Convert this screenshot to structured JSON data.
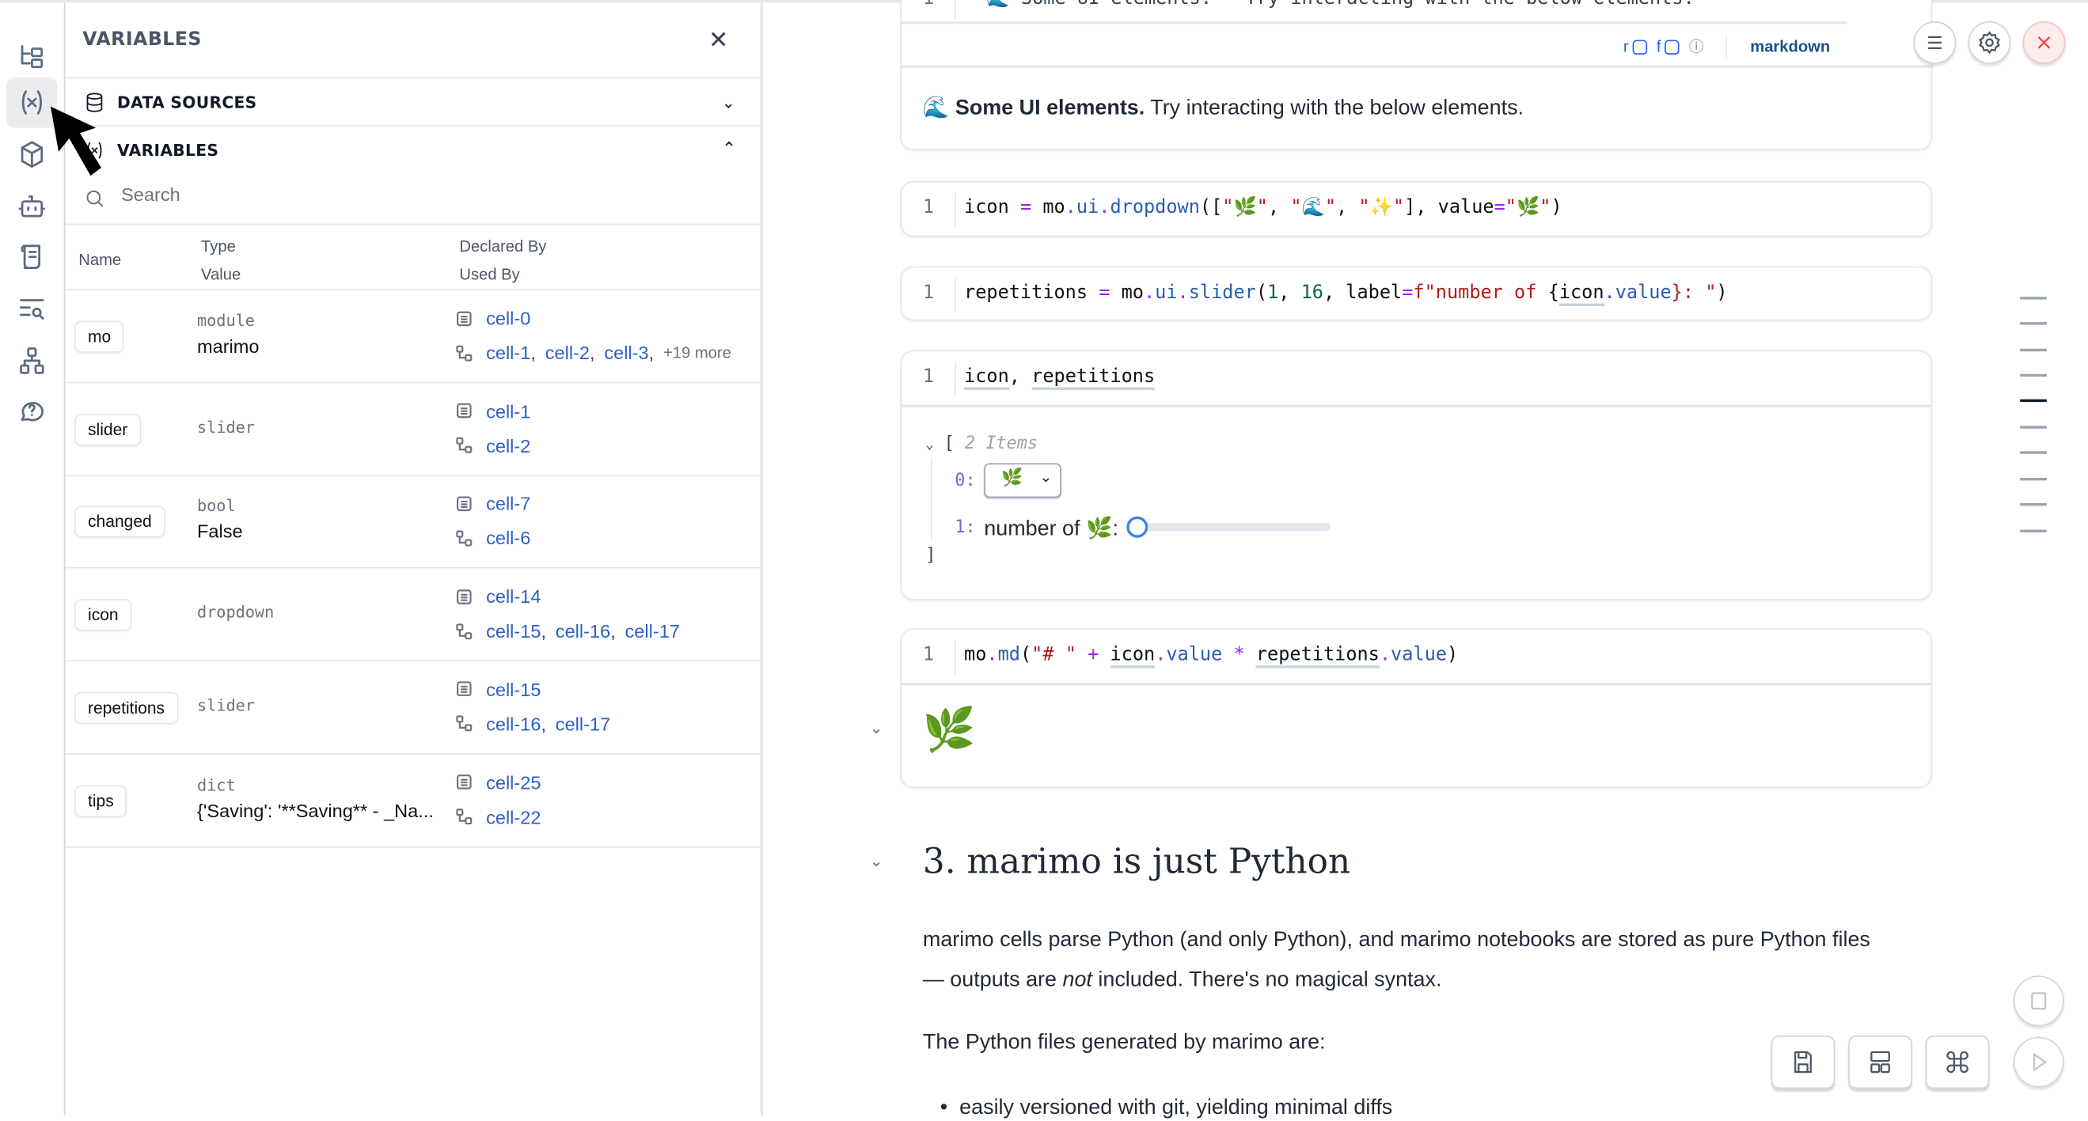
{
  "rail": {
    "items": [
      {
        "icon": "file-tree-icon"
      },
      {
        "icon": "variables-icon",
        "active": true
      },
      {
        "icon": "package-icon"
      },
      {
        "icon": "ai-bot-icon"
      },
      {
        "icon": "logs-scroll-icon"
      },
      {
        "icon": "search-outline-icon"
      },
      {
        "icon": "dependency-graph-icon"
      },
      {
        "icon": "help-chat-icon"
      }
    ]
  },
  "panel": {
    "title": "VARIABLES",
    "data_sources_label": "DATA SOURCES",
    "variables_label": "VARIABLES",
    "search_placeholder": "Search",
    "headers": {
      "name": "Name",
      "type": "Type",
      "value": "Value",
      "declared_by": "Declared By",
      "used_by": "Used By"
    },
    "rows": [
      {
        "name": "mo",
        "type": "module",
        "value": "marimo",
        "declared_by": [
          "cell-0"
        ],
        "used_by": [
          "cell-1",
          "cell-2",
          "cell-3"
        ],
        "more": "+19 more"
      },
      {
        "name": "slider",
        "type": "slider",
        "value": "",
        "declared_by": [
          "cell-1"
        ],
        "used_by": [
          "cell-2"
        ]
      },
      {
        "name": "changed",
        "type": "bool",
        "value": "False",
        "declared_by": [
          "cell-7"
        ],
        "used_by": [
          "cell-6"
        ]
      },
      {
        "name": "icon",
        "type": "dropdown",
        "value": "",
        "declared_by": [
          "cell-14"
        ],
        "used_by": [
          "cell-15",
          "cell-16",
          "cell-17"
        ]
      },
      {
        "name": "repetitions",
        "type": "slider",
        "value": "",
        "declared_by": [
          "cell-15"
        ],
        "used_by": [
          "cell-16",
          "cell-17"
        ]
      },
      {
        "name": "tips",
        "type": "dict",
        "value": "{'Saving': '**Saving** - _Na...",
        "declared_by": [
          "cell-25"
        ],
        "used_by": [
          "cell-22"
        ]
      }
    ]
  },
  "notebook": {
    "cell0": {
      "code_partial": "**🌊 Some UI elements.** Try interacting with the below elements.",
      "toolbar": {
        "r": "r",
        "f": "f",
        "language": "markdown"
      },
      "output_bold": "🌊 Some UI elements.",
      "output_rest": " Try interacting with the below elements."
    },
    "cells": [
      {
        "line": "1",
        "tokens": [
          [
            "icon",
            ""
          ],
          [
            " = ",
            "op"
          ],
          [
            "mo",
            ""
          ],
          [
            ".",
            "op"
          ],
          [
            "ui",
            "attr"
          ],
          [
            ".",
            "op"
          ],
          [
            "dropdown",
            "attr"
          ],
          [
            "([",
            ""
          ],
          [
            "\"🌿\"",
            "str"
          ],
          [
            ", ",
            ""
          ],
          [
            "\"🌊\"",
            "str"
          ],
          [
            ", ",
            ""
          ],
          [
            "\"✨\"",
            "str"
          ],
          [
            "], value",
            ""
          ],
          [
            "=",
            "op"
          ],
          [
            "\"🌿\"",
            "str"
          ],
          [
            ")",
            ""
          ]
        ]
      },
      {
        "line": "1",
        "tokens": [
          [
            "repetitions",
            ""
          ],
          [
            " = ",
            "op"
          ],
          [
            "mo",
            ""
          ],
          [
            ".",
            "op"
          ],
          [
            "ui",
            "attr"
          ],
          [
            ".",
            "op"
          ],
          [
            "slider",
            "attr"
          ],
          [
            "(",
            ""
          ],
          [
            "1",
            "num"
          ],
          [
            ", ",
            ""
          ],
          [
            "16",
            "num"
          ],
          [
            ", label",
            ""
          ],
          [
            "=",
            "op"
          ],
          [
            "f\"number of ",
            "str"
          ],
          [
            "{",
            ""
          ],
          [
            "icon",
            "ul"
          ],
          [
            ".",
            "op"
          ],
          [
            "value",
            "attr"
          ],
          [
            "}",
            "str"
          ],
          [
            ": \"",
            "str"
          ],
          [
            ")",
            ""
          ]
        ]
      },
      {
        "line": "1",
        "tokens": [
          [
            "icon",
            "ul"
          ],
          [
            ", ",
            ""
          ],
          [
            "repetitions",
            "ul"
          ]
        ]
      },
      {
        "line": "1",
        "tokens": [
          [
            "mo",
            ""
          ],
          [
            ".",
            "op"
          ],
          [
            "md",
            "attr"
          ],
          [
            "(",
            ""
          ],
          [
            "\"# \"",
            "str"
          ],
          [
            " + ",
            "op"
          ],
          [
            "icon",
            "ul"
          ],
          [
            ".",
            "op"
          ],
          [
            "value",
            "attr"
          ],
          [
            " * ",
            "op"
          ],
          [
            "repetitions",
            "ul"
          ],
          [
            ".",
            "op"
          ],
          [
            "value",
            "attr"
          ],
          [
            ")",
            ""
          ]
        ]
      }
    ],
    "tree_output": {
      "items_label": "2 Items",
      "item0_index": "0:",
      "dropdown_value": "🌿",
      "item1_index": "1:",
      "slider_label": "number of 🌿:",
      "slider_value": 1,
      "slider_min": 1,
      "slider_max": 16
    },
    "md_output": "🌿",
    "heading": "3. marimo is just Python",
    "para1_a": "marimo cells parse Python (and only Python), and marimo notebooks are stored as pure Python files",
    "para1_b": "— outputs are ",
    "para1_em": "not",
    "para1_c": " included. There's no magical syntax.",
    "para2": "The Python files generated by marimo are:",
    "bullet1": "easily versioned with git, yielding minimal diffs"
  },
  "colors": {
    "accent": "#2563eb",
    "link": "#2d5fc8",
    "string": "#b11c1c",
    "operator": "#a020f0",
    "close": "#ef4444"
  }
}
